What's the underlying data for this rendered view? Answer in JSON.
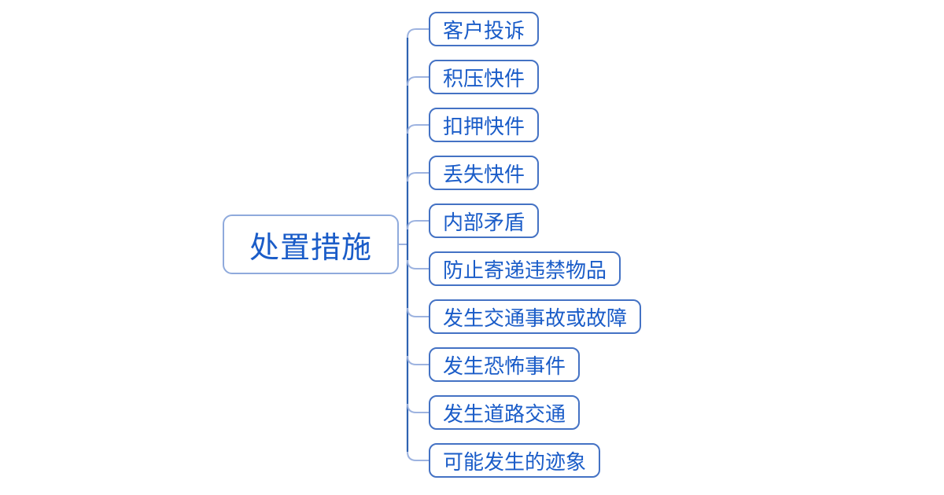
{
  "diagram": {
    "type": "mindmap",
    "root": {
      "label": "处置措施"
    },
    "children": [
      {
        "label": "客户投诉"
      },
      {
        "label": "积压快件"
      },
      {
        "label": "扣押快件"
      },
      {
        "label": "丢失快件"
      },
      {
        "label": "内部矛盾"
      },
      {
        "label": "防止寄递违禁物品"
      },
      {
        "label": "发生交通事故或故障"
      },
      {
        "label": "发生恐怖事件"
      },
      {
        "label": "发生道路交通"
      },
      {
        "label": "可能发生的迹象"
      }
    ],
    "colors": {
      "background": "#ffffff",
      "root_border": "#8FAADC",
      "child_border": "#4472C4",
      "trunk_line": "#2E62B1",
      "branch_line": "#9DB3E0",
      "text": "#1A5CC8"
    }
  }
}
